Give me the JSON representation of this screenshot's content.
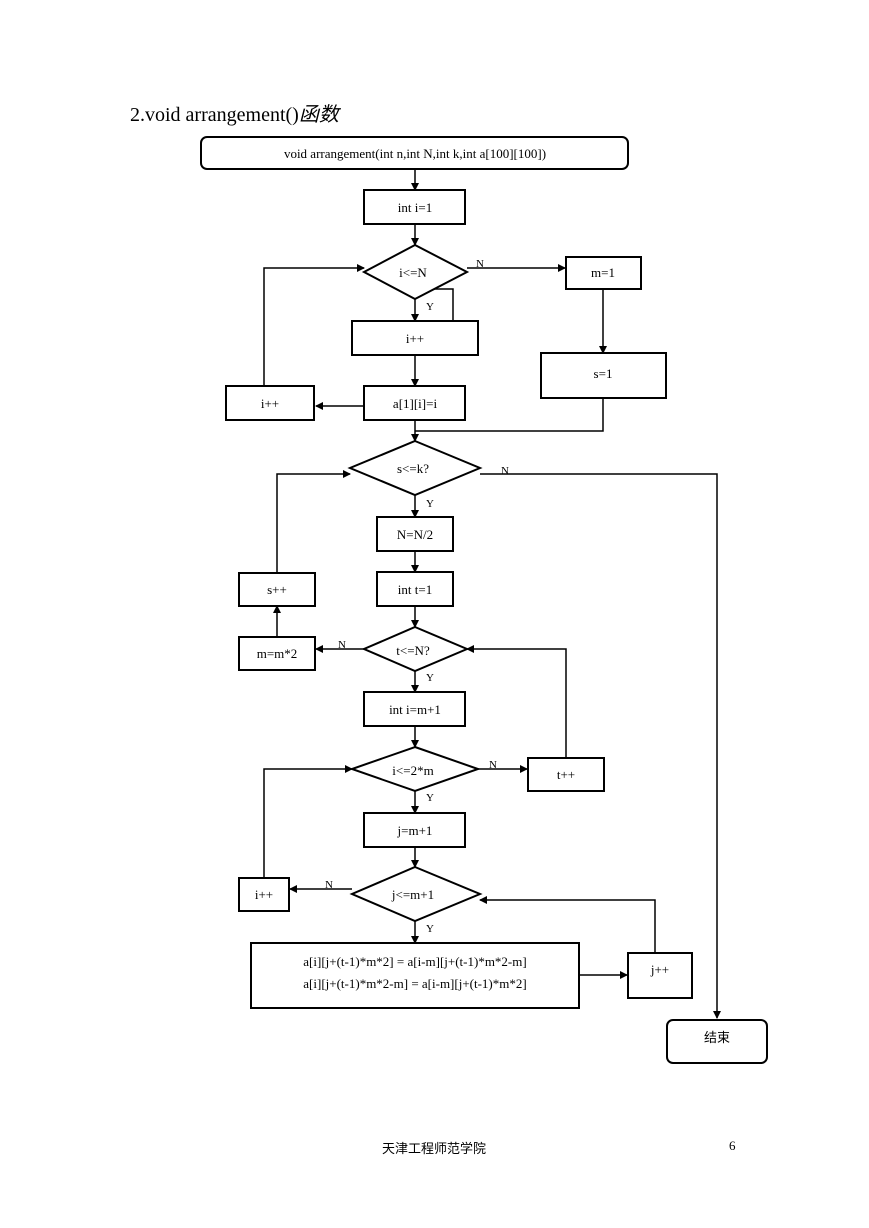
{
  "heading": {
    "function": "2.void arrangement()",
    "suffix": "函数"
  },
  "nodes": {
    "start": "void arrangement(int n,int N,int k,int a[100][100])",
    "init_i": "int i=1",
    "cond_i": "i<=N",
    "inc_i_1": "i++",
    "assign_a1": "a[1][i]=i",
    "inc_i_2": "i++",
    "m1": "m=1",
    "s1": "s=1",
    "cond_s": "s<=k?",
    "n_half": "N=N/2",
    "init_t": "int t=1",
    "inc_s": "s++",
    "m_double": "m=m*2",
    "cond_t": "t<=N?",
    "init_i_m": "int i=m+1",
    "cond_i2m": "i<=2*m",
    "inc_t": "t++",
    "j_init": "j=m+1",
    "cond_j": "j<=m+1",
    "inc_i_3": "i++",
    "assign_line1": "a[i][j+(t-1)*m*2] = a[i-m][j+(t-1)*m*2-m]",
    "assign_line2": "a[i][j+(t-1)*m*2-m] = a[i-m][j+(t-1)*m*2]",
    "inc_j": "j++",
    "end": "结束"
  },
  "labels": {
    "yes": "Y",
    "no": "N"
  },
  "footer": {
    "school": "天津工程师范学院",
    "page": "6"
  }
}
